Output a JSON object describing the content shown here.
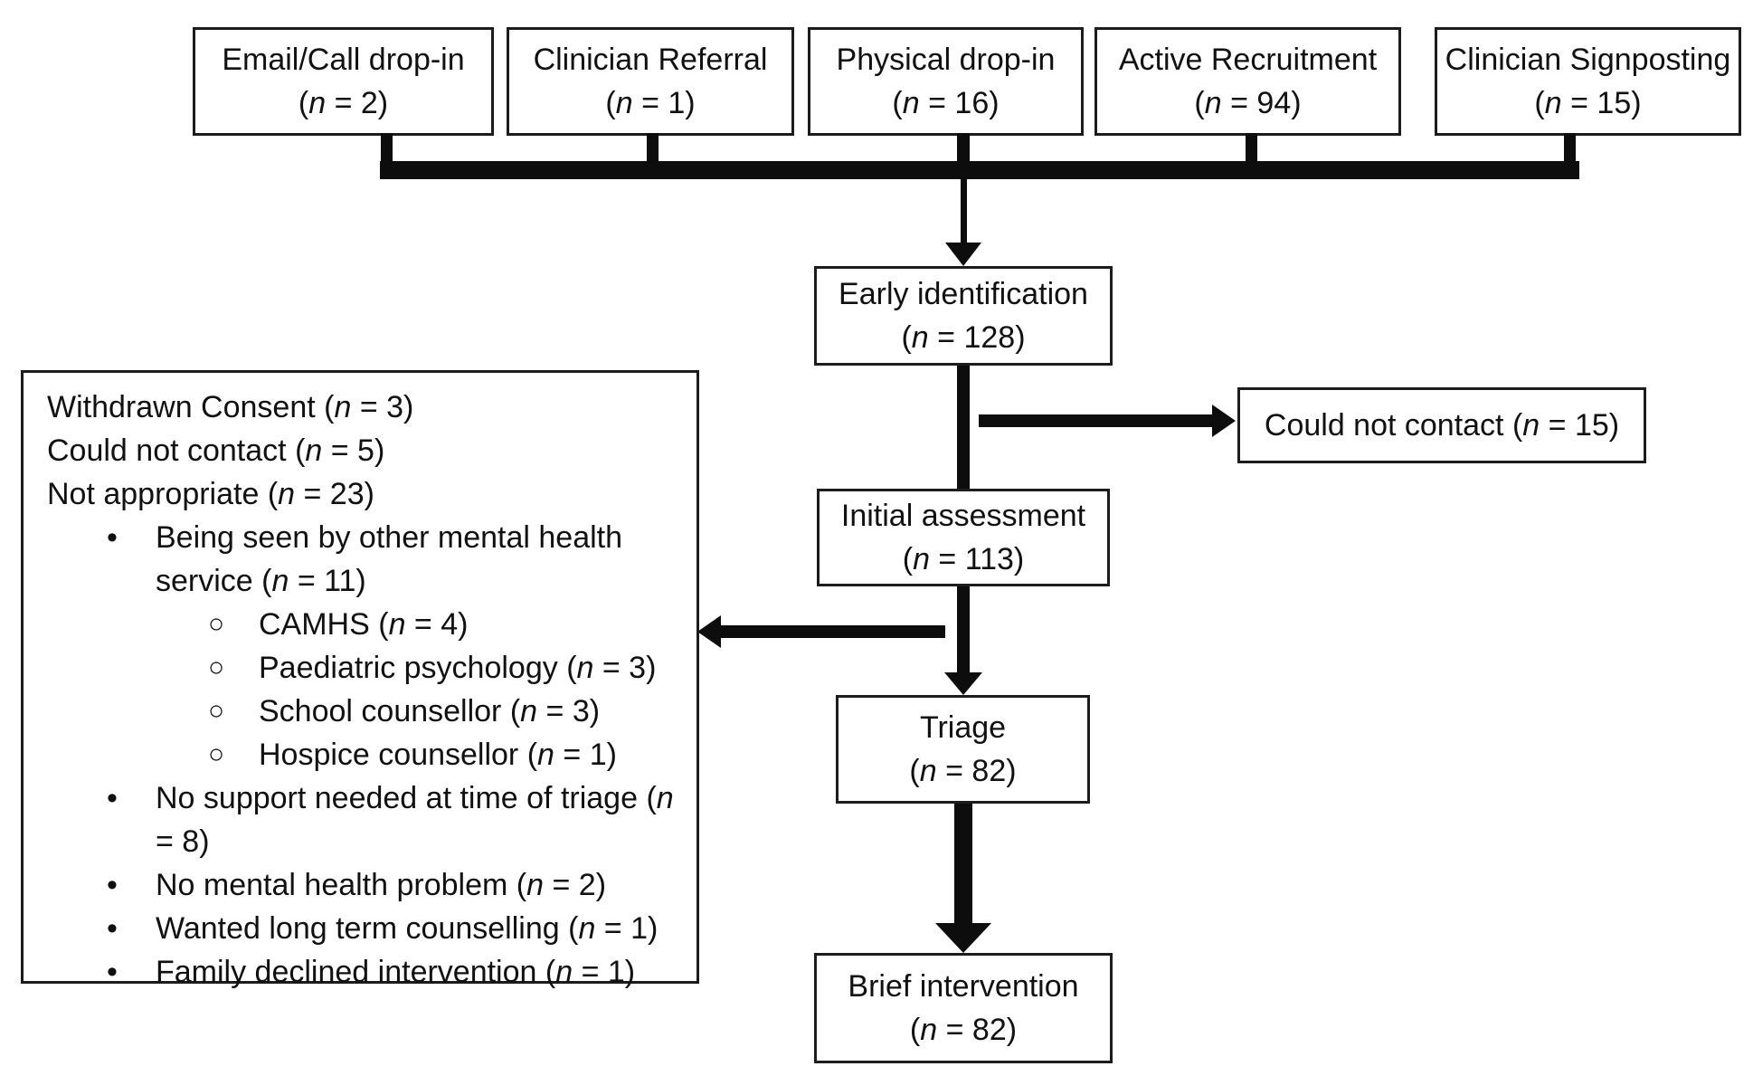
{
  "title": "Participant recruitment and flow diagram",
  "glyphs": {
    "paren_open": "(",
    "n_var": "n",
    "equals": " = ",
    "paren_close": ")",
    "bullet": "•",
    "sub_bullet": "○"
  },
  "colors": {
    "background": "#ffffff",
    "box_border": "#1c1c1c",
    "line": "#0d0d0d",
    "text": "#111111"
  },
  "sources": [
    {
      "label": "Email/Call drop-in",
      "n": "2"
    },
    {
      "label": "Clinician Referral",
      "n": "1"
    },
    {
      "label": "Physical drop-in",
      "n": "16"
    },
    {
      "label": "Active Recruitment",
      "n": "94"
    },
    {
      "label": "Clinician Signposting",
      "n": "15"
    }
  ],
  "flow": {
    "early_identification": {
      "label": "Early identification",
      "n": "128"
    },
    "could_not_contact": {
      "label": "Could not contact",
      "n": "15"
    },
    "initial_assessment": {
      "label": "Initial assessment",
      "n": "113"
    },
    "triage": {
      "label": "Triage",
      "n": "82"
    },
    "brief_intervention": {
      "label": "Brief intervention",
      "n": "82"
    }
  },
  "exclusions": {
    "plain": [
      {
        "label": "Withdrawn Consent",
        "n": "3"
      },
      {
        "label": "Could not contact",
        "n": "5"
      },
      {
        "label": "Not appropriate",
        "n": "23"
      }
    ],
    "bullets": [
      {
        "label": "Being seen by other mental health service",
        "n": "11",
        "sub": [
          {
            "label": "CAMHS",
            "n": "4"
          },
          {
            "label": "Paediatric psychology",
            "n": "3"
          },
          {
            "label": "School counsellor",
            "n": "3"
          },
          {
            "label": "Hospice counsellor",
            "n": "1"
          }
        ]
      },
      {
        "label": "No support needed at time of triage",
        "n": "8"
      },
      {
        "label": "No mental health problem",
        "n": "2"
      },
      {
        "label": "Wanted long term counselling",
        "n": "1"
      },
      {
        "label": "Family declined intervention",
        "n": "1"
      }
    ]
  }
}
